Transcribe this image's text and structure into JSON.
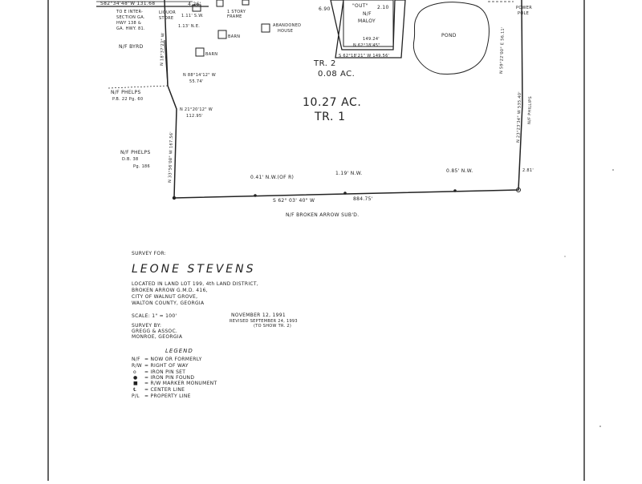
{
  "top_labels": {
    "bearing_top_left": "S82°34'48\"W 131.68",
    "intersection": [
      "TO E INTER-",
      "SECTION GA.",
      "HWY 138 &",
      "GA. HWY. 81."
    ],
    "liquor_store": [
      "LIQUOR",
      "STORE"
    ],
    "dist_426": "4.26'",
    "sw_111": "1.11' S.W.",
    "ne_113": "1.13' N.E.",
    "one_story_frame": [
      "1 STORY",
      "FRAME"
    ],
    "barn": "BARN",
    "barn2": "BARN",
    "abandoned_house": [
      "ABANDONED",
      "HOUSE"
    ],
    "dist_690": "6.90",
    "dist_210": "2.10",
    "out": "\"OUT\"",
    "nf_maloy": [
      "N/F",
      "MALOY"
    ],
    "pond": "POND",
    "power_pole": [
      "POWER",
      "POLE"
    ],
    "inner_bearing_1": "149.24'",
    "inner_bearing_2": "S 62°18'21\" W 149.56'",
    "inner_bearing_3": "N 62°18'45\"",
    "nf_byrd": "N/F BYRD",
    "nf_phelps_1": [
      "N/F PHELPS",
      "P.B. 22 Pg. 60"
    ],
    "nf_phelps_2": [
      "N/F PHELPS",
      "D.B. 38",
      "Pg. 186"
    ],
    "bearing_n88": [
      "N 88°14'12\" W",
      "55.74'"
    ],
    "bearing_n21": [
      "N 21°20'12\" W",
      "112.95'"
    ],
    "bearing_west_1": "N 18°37'23\" W",
    "bearing_west_2": "N 33°56'08\" W 167.56'",
    "bearing_east": "N 23°23'34\" W 535.40'",
    "bearing_east_top": "N 59°22'00\" E 56.11'",
    "nf_phillips": "N/F PHILLIPS",
    "dist_281": "2.81'",
    "bottom_bearing": "S 62° 03' 40\" W",
    "bottom_distance": "884.75'",
    "dist_041": "0.41' N.W.(OF R)",
    "dist_119": "1.19' N.W.",
    "dist_085": "0.85' N.W.",
    "nf_broken_arrow": "N/F BROKEN ARROW SUB'D.",
    "tr2_label": "TR. 2",
    "tr2_acres": "0.08 AC.",
    "tr1_acres": "10.27 AC.",
    "tr1_label": "TR. 1"
  },
  "survey": {
    "survey_for": "SURVEY FOR:",
    "owner": "LEONE   STEVENS",
    "location": [
      "LOCATED IN LAND LOT 199, 4th LAND DISTRICT,",
      "BROKEN ARROW G.M.D. 416,",
      "CITY OF WALNUT GROVE,",
      "WALTON COUNTY, GEORGIA"
    ],
    "scale": "SCALE: 1\" = 100'",
    "date": "NOVEMBER 12, 1991",
    "revised": "REVISED SEPTEMBER 24, 1993",
    "revised_note": "(TO SHOW TR. 2)",
    "surveyor": [
      "SURVEY BY:",
      "GREGG & ASSOC.",
      "MONROE, GEORGIA"
    ]
  },
  "legend": {
    "title": "LEGEND",
    "items": [
      {
        "sym": "N/F",
        "text": "= NOW OR FORMERLY"
      },
      {
        "sym": "R/W",
        "text": "= RIGHT OF WAY"
      },
      {
        "sym": "o",
        "text": "= IRON PIN SET"
      },
      {
        "sym": "●",
        "text": "= IRON PIN FOUND"
      },
      {
        "sym": "■",
        "text": "= R/W MARKER MONUMENT"
      },
      {
        "sym": "℄",
        "text": "= CENTER LINE"
      },
      {
        "sym": "P/L",
        "text": "= PROPERTY LINE"
      }
    ]
  }
}
